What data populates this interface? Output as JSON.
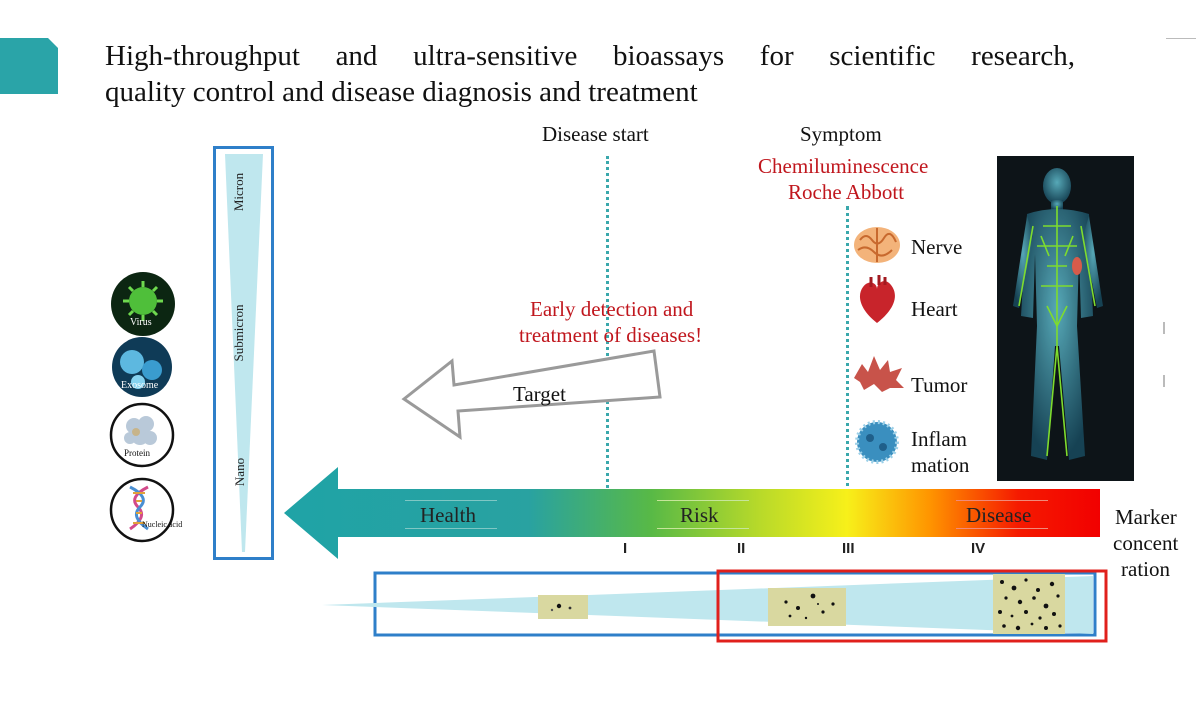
{
  "title": {
    "line1": "High-throughput and ultra-sensitive bioassays for scientific research,",
    "line2": "quality control and disease diagnosis and treatment"
  },
  "markers": {
    "disease_start": "Disease start",
    "symptom": "Symptom"
  },
  "chemiluminescence": {
    "line1": "Chemiluminescence",
    "line2": "Roche Abbott"
  },
  "early_detection": {
    "line1": "Early detection and",
    "line2": "treatment of diseases!"
  },
  "target_label": "Target",
  "organs": [
    "Nerve",
    "Heart",
    "Tumor",
    "Inflam",
    "mation"
  ],
  "stages": {
    "health": "Health",
    "risk": "Risk",
    "disease": "Disease"
  },
  "roman": [
    "I",
    "II",
    "III",
    "IV"
  ],
  "marker_concentration": [
    "Marker",
    "concent",
    "ration"
  ],
  "size_scale": [
    "Micron",
    "Submicron",
    "Nano"
  ],
  "analytes": [
    "Virus",
    "Exosome",
    "Protein",
    "Nucleic acid"
  ],
  "colors": {
    "teal": "#1fa3a6",
    "red_text": "#c0161d",
    "box_blue": "#2f7fc9",
    "box_red": "#e0201c",
    "gradient": [
      "#1fa3a6",
      "#6cbf3a",
      "#f7f01a",
      "#ff7a00",
      "#f20000"
    ]
  }
}
